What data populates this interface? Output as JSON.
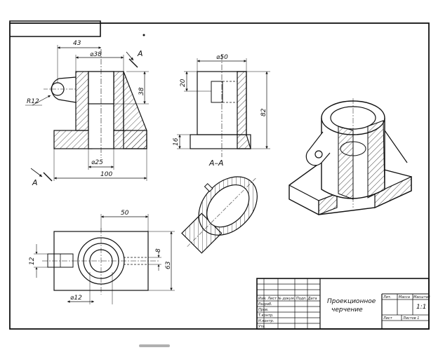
{
  "drawing": {
    "dims": {
      "front_offset": "43",
      "front_bore": "⌀38",
      "front_height": "38",
      "front_radius": "R12",
      "front_inner": "⌀25",
      "front_width": "100",
      "side_outer": "⌀50",
      "side_upper": "20",
      "side_height": "82",
      "side_base": "16",
      "plan_offset": "50",
      "plan_slot": "8",
      "plan_depth": "63",
      "plan_side": "12",
      "plan_hole": "⌀12"
    },
    "section": {
      "label_top": "A",
      "label_bottom": "A",
      "view_caption": "А–А"
    }
  },
  "title_block": {
    "title": "Проекционное черчение",
    "title_line1": "Проекционное",
    "title_line2": "черчение",
    "scale": "1:1",
    "headers": [
      "Лит.",
      "Масса",
      "Масштаб"
    ],
    "rows": [
      "Изм. Лист № докум. Подп. Дата",
      "Разраб.",
      "Пров.",
      "Т.контр.",
      "Н.контр.",
      "Утв."
    ],
    "sheet": "Лист",
    "sheets": "Листов 1"
  }
}
